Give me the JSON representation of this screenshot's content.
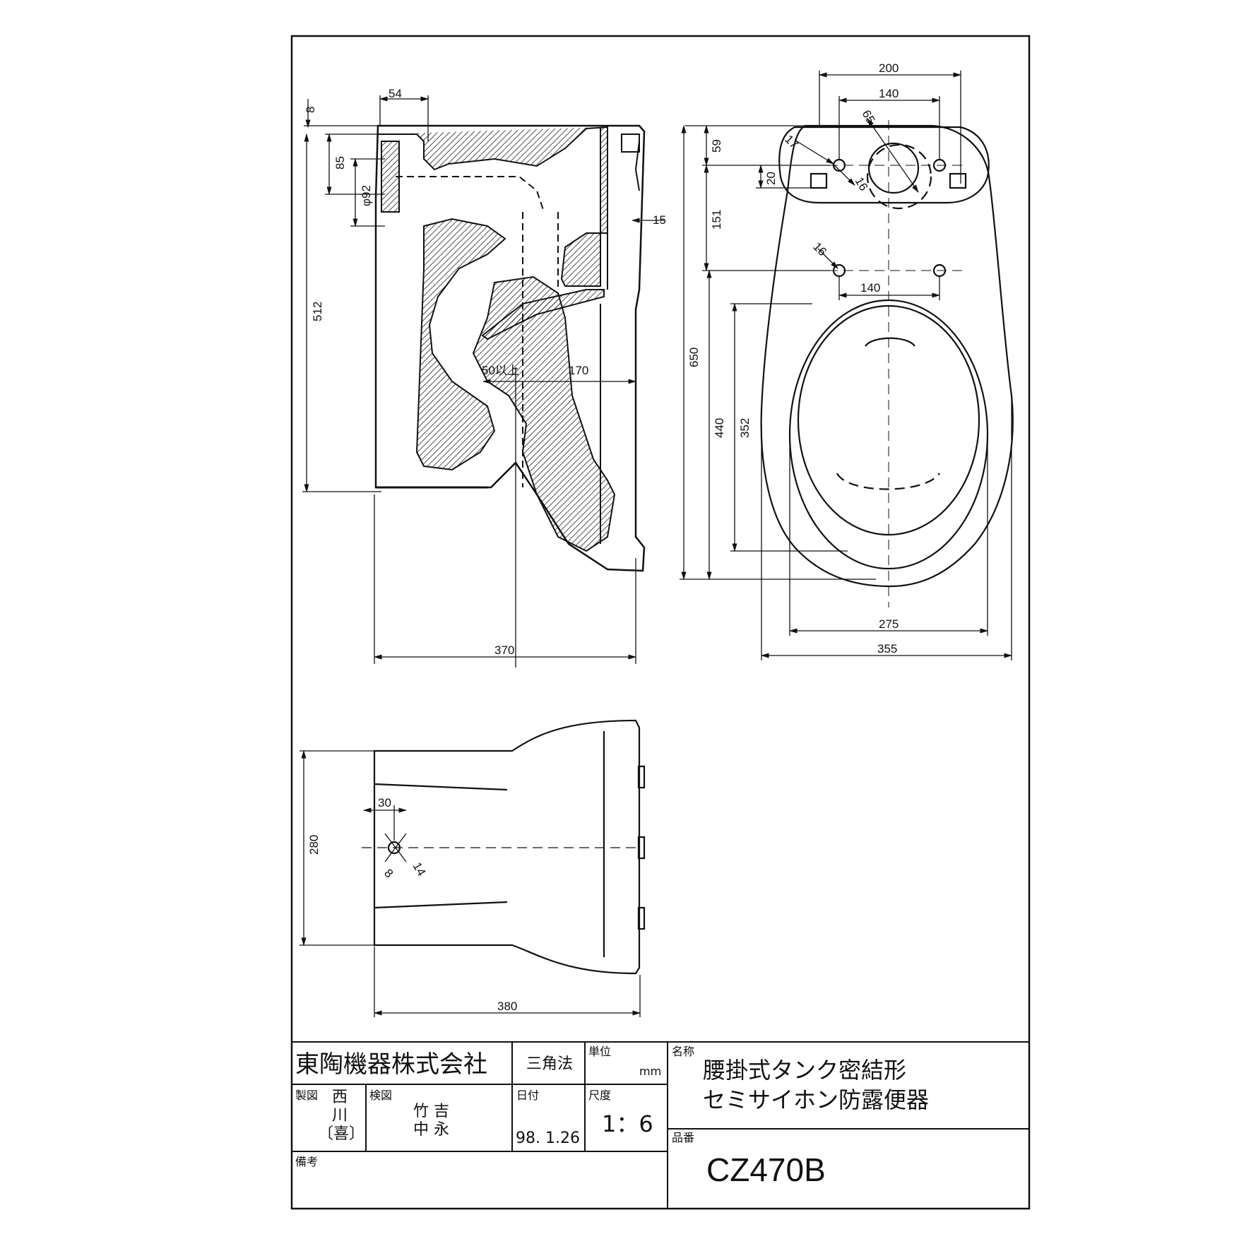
{
  "dimensions": {
    "side_view": {
      "top_offset": "8",
      "outlet_width": "54",
      "outlet_height": "85",
      "outlet_dia": "φ92",
      "overall_height": "512",
      "wall_gap": "15",
      "clearance": "50以上",
      "length_170": "170",
      "overall_depth": "370"
    },
    "top_view": {
      "tank_width": "200",
      "bolt_spacing_top": "140",
      "hole_dia": "65",
      "hole_17": "17",
      "hole_16_top": "16",
      "offset_59": "59",
      "offset_20": "20",
      "offset_151": "151",
      "hole_16": "16",
      "bolt_spacing_mid": "140",
      "overall_length": "650",
      "bowl_length_440": "440",
      "seat_length_352": "352",
      "bowl_width_275": "275",
      "overall_width_355": "355"
    },
    "bottom_view": {
      "width_280": "280",
      "offset_30": "30",
      "hole_8": "8",
      "hole_14": "14",
      "depth_380": "380"
    }
  },
  "title_block": {
    "company": "東陶機器株式会社",
    "projection": "三角法",
    "unit_label": "単位",
    "unit_value": "mm",
    "name_label": "名称",
    "product_name_line1": "腰掛式タンク密結形",
    "product_name_line2": "セミサイホン防露便器",
    "drawn_label": "製図",
    "drawn_name_1": "西",
    "drawn_name_2": "川",
    "drawn_name_3": "〔喜〕",
    "checked_label": "検図",
    "checked_name_1": "竹 吉",
    "checked_name_2": "中 永",
    "date_label": "日付",
    "date_value": "98. 1.26",
    "scale_label": "尺度",
    "scale_value": "1：6",
    "model_label": "品番",
    "model_value": "CZ470B",
    "remarks_label": "備考"
  }
}
